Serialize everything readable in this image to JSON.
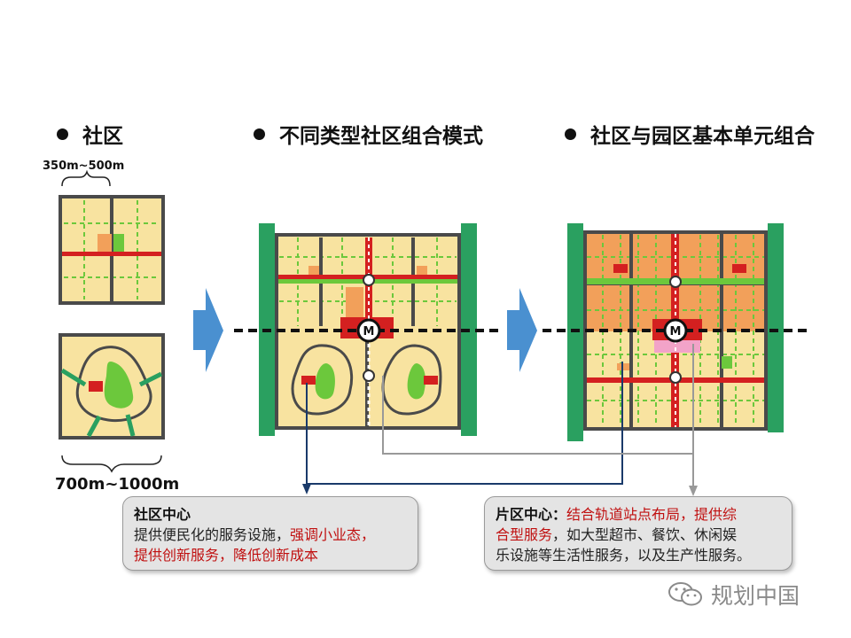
{
  "headings": {
    "community": "社区",
    "combination_modes": "不同类型社区组合模式",
    "community_park_unit": "社区与园区基本单元组合"
  },
  "dimensions": {
    "small": "350m~500m",
    "large": "700m~1000m"
  },
  "metro_marker": "M",
  "callouts": {
    "community_center": {
      "title": "社区中心",
      "line1_plain": "提供便民化的服务设施，",
      "line1_red": "强调小业态，",
      "line2_red": "提供创新服务，降低创新成本"
    },
    "district_center": {
      "title": "片区中心：",
      "line1_red": "结合轨道站点布局，提供综",
      "line2_red": "合型服务",
      "line2_plain": "，如大型超市、餐饮、休闲娱",
      "line3_plain": "乐设施等生活性服务，以及生产性服务。"
    }
  },
  "watermark": "规划中国",
  "colors": {
    "block_fill": "#f8e3a0",
    "block_orange": "#f2a05a",
    "frame": "#4a4a4a",
    "green_belt": "#2aa060",
    "green_path": "#6cc83c",
    "red_road": "#d42020",
    "arrow_blue": "#4a90d0",
    "leader_navy": "#1a3a6a",
    "leader_grey": "#999999",
    "callout_bg": "#e4e4e4",
    "highlight_red": "#c01010"
  }
}
